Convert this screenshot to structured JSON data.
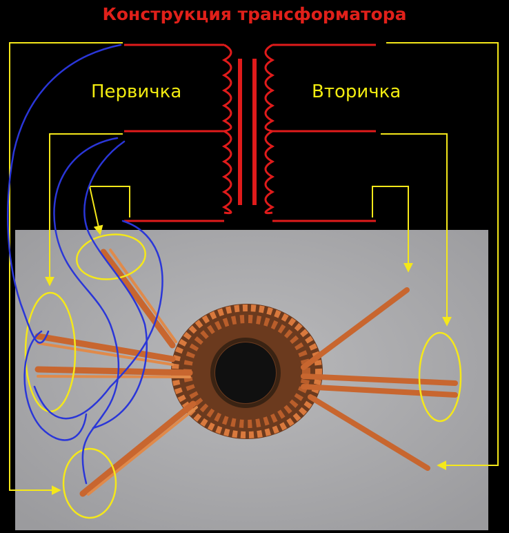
{
  "title": "Конструкция трансформатора",
  "labels": {
    "primary": "Первичка",
    "secondary": "Вторичка"
  },
  "colors": {
    "background": "#000000",
    "title": "#e0201a",
    "label": "#f2ec10",
    "coil": "#e01b1b",
    "arrow": "#f5e81a",
    "annotation": "#2a36d8",
    "copper": "#c8662f",
    "photo": "#a9a9ab"
  },
  "icons": [
    "transformer-schematic",
    "toroidal-core-photo",
    "arrow-icon"
  ]
}
